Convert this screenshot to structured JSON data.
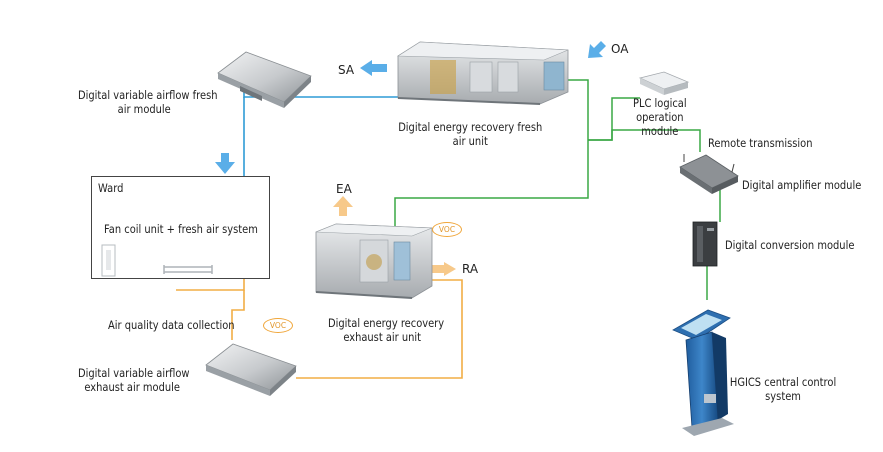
{
  "labels": {
    "fresh_module": "Digital variable airflow fresh\nair module",
    "fresh_unit": "Digital energy recovery fresh\nair unit",
    "plc": "PLC logical\noperation\nmodule",
    "remote": "Remote transmission",
    "amplifier": "Digital amplifier module",
    "conversion": "Digital conversion module",
    "ward_title": "Ward",
    "ward_system": "Fan coil unit + fresh air system",
    "exhaust_unit": "Digital energy recovery\nexhaust air unit",
    "air_quality": "Air quality data collection",
    "exhaust_module": "Digital variable airflow\nexhaust air module",
    "hgics": "HGICS central control\nsystem"
  },
  "tags": {
    "sa": "SA",
    "oa": "OA",
    "ea": "EA",
    "ra": "RA",
    "voc": "VOC"
  },
  "colors": {
    "supply_line": "#2e9bd6",
    "supply_arrow": "#5aaee8",
    "exhaust_line": "#f2ad45",
    "exhaust_arrow": "#f7c98a",
    "control_line": "#3aa845"
  }
}
